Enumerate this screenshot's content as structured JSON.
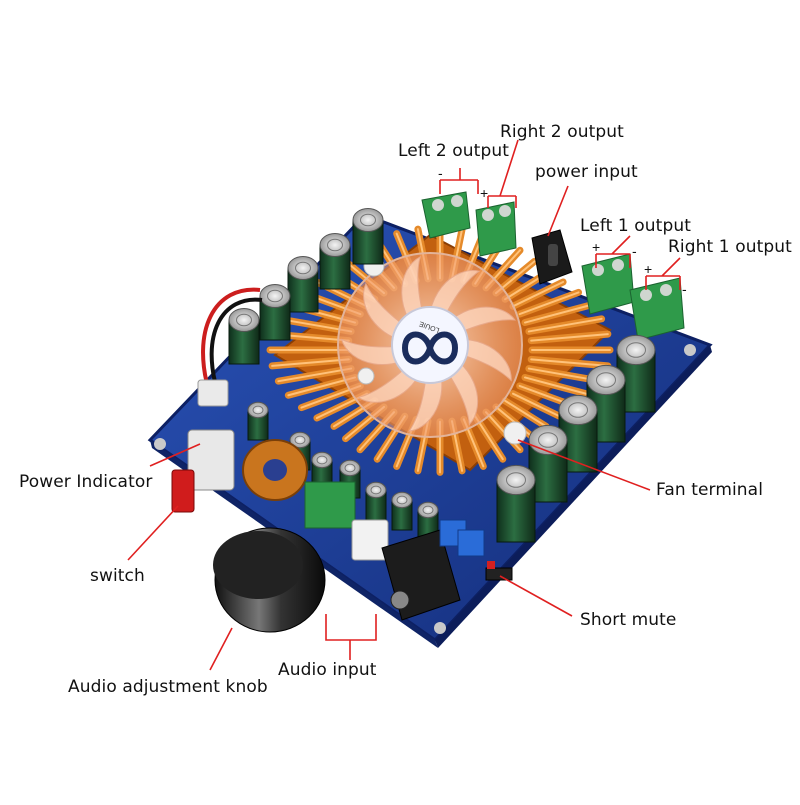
{
  "labels": {
    "left2_output": "Left 2 output",
    "right2_output": "Right 2 output",
    "power_input": "power input",
    "left1_output": "Left 1 output",
    "right1_output": "Right 1 output",
    "power_indicator": "Power Indicator",
    "fan_terminal": "Fan terminal",
    "switch": "switch",
    "short_mute": "Short mute",
    "audio_input": "Audio input",
    "audio_knob": "Audio adjustment knob"
  },
  "fan_logo_text": "LOUIE",
  "colors": {
    "pcb": "#1f3f9c",
    "heatsink": "#e07a1c",
    "terminal": "#2f9a4a",
    "capacitor": "#1f4a2e",
    "callout": "#e02020"
  }
}
